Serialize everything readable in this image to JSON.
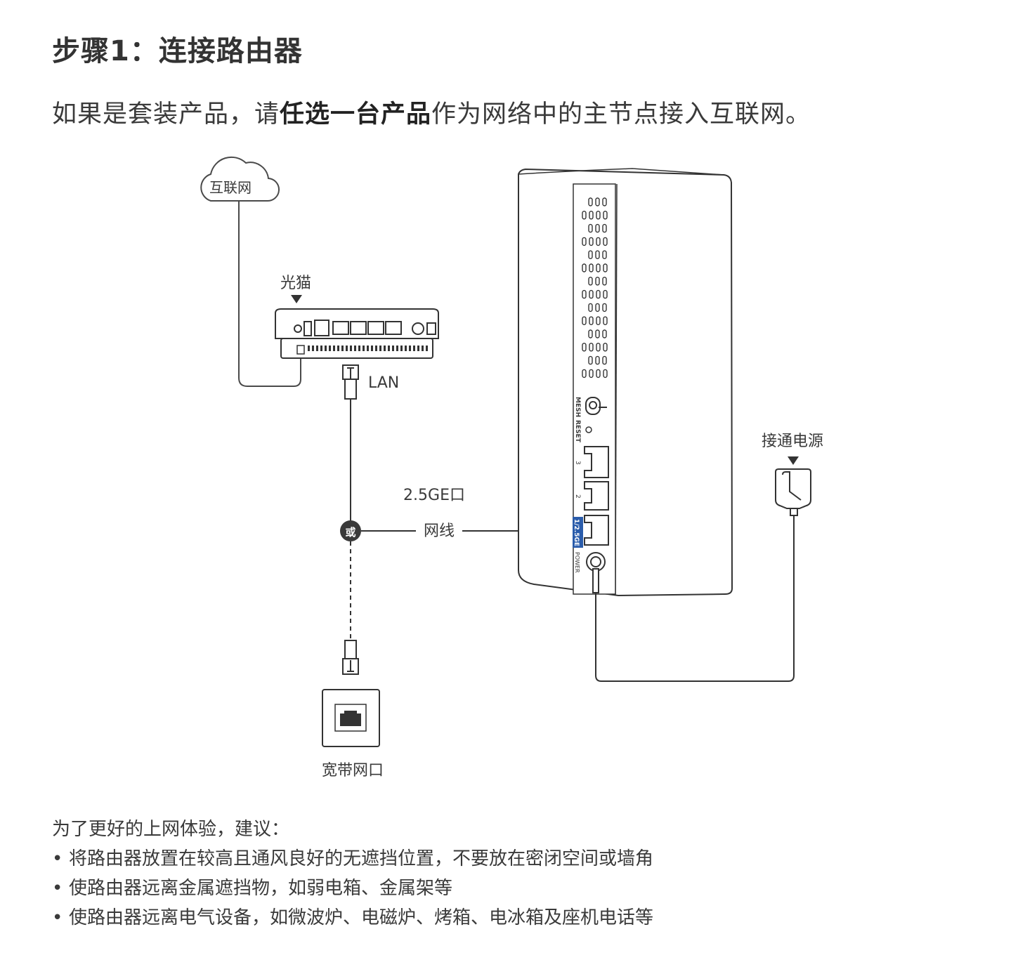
{
  "title": "步骤1：连接路由器",
  "subtitle": {
    "before": "如果是套装产品，请",
    "emphasis": "任选一台产品",
    "after": "作为网络中的主节点接入互联网。"
  },
  "diagram": {
    "internet": "互联网",
    "modem": "光猫",
    "lan": "LAN",
    "port_25ge": "2.5GE口",
    "or": "或",
    "cable": "网线",
    "broadband": "宽带网口",
    "power": "接通电源",
    "router_labels": {
      "mesh": "MESH",
      "reset": "RESET",
      "port3": "3",
      "port2": "2",
      "port1": "1/2.5GE",
      "power": "POWER"
    },
    "colors": {
      "port_badge": "#2a5cab",
      "line": "#4a4a4a",
      "or_badge": "#3a3a3a"
    }
  },
  "tips": {
    "heading": "为了更好的上网体验，建议：",
    "items": [
      "将路由器放置在较高且通风良好的无遮挡位置，不要放在密闭空间或墙角",
      "使路由器远离金属遮挡物，如弱电箱、金属架等",
      "使路由器远离电气设备，如微波炉、电磁炉、烤箱、电冰箱及座机电话等"
    ]
  }
}
